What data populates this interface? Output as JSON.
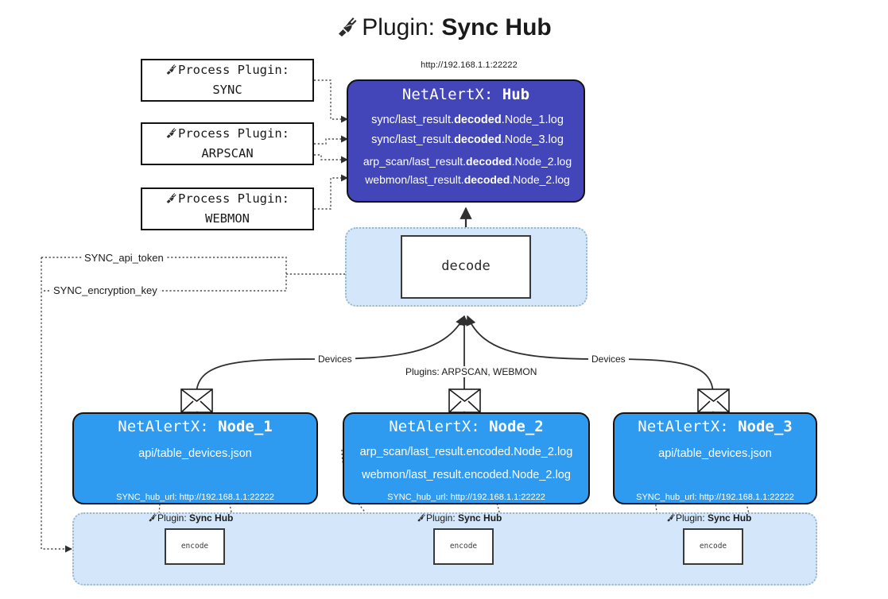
{
  "title": {
    "icon": "plug-icon",
    "prefix": "Plugin: ",
    "name": "Sync Hub"
  },
  "hub": {
    "url": "http://192.168.1.1:22222",
    "title_prefix": "NetAlertX: ",
    "title_name": "Hub",
    "lines": [
      {
        "pre": "sync/last_result.",
        "mid": "decoded",
        "post": ".Node_1.log"
      },
      {
        "pre": "sync/last_result.",
        "mid": "decoded",
        "post": ".Node_3.log"
      },
      {
        "pre": "arp_scan/last_result.",
        "mid": "decoded",
        "post": ".Node_2.log"
      },
      {
        "pre": "webmon/last_result.",
        "mid": "decoded",
        "post": ".Node_2.log"
      }
    ]
  },
  "process_plugins": [
    {
      "head": "Process Plugin:",
      "name": "SYNC",
      "icon": "plug-icon"
    },
    {
      "head": "Process Plugin:",
      "name": "ARPSCAN",
      "icon": "plug-icon"
    },
    {
      "head": "Process Plugin:",
      "name": "WEBMON",
      "icon": "plug-icon"
    }
  ],
  "decode": {
    "label": "decode"
  },
  "tokens": [
    "SYNC_api_token",
    "SYNC_encryption_key"
  ],
  "edge_labels": {
    "devices_left": "Devices",
    "devices_right": "Devices",
    "plugins": "Plugins: ARPSCAN, WEBMON"
  },
  "nodes": [
    {
      "title_prefix": "NetAlertX: ",
      "title_name": "Node_1",
      "items": [
        "api/table_devices.json"
      ],
      "footer": "SYNC_hub_url: http://192.168.1.1:22222",
      "mail_icon": "envelope-icon"
    },
    {
      "title_prefix": "NetAlertX: ",
      "title_name": "Node_2",
      "items": [
        "arp_scan/last_result.encoded.Node_2.log",
        "webmon/last_result.encoded.Node_2.log"
      ],
      "footer": "SYNC_hub_url: http://192.168.1.1:22222",
      "mail_icon": "envelope-icon"
    },
    {
      "title_prefix": "NetAlertX: ",
      "title_name": "Node_3",
      "items": [
        "api/table_devices.json"
      ],
      "footer": "SYNC_hub_url: http://192.168.1.1:22222",
      "mail_icon": "envelope-icon"
    }
  ],
  "encoders": [
    {
      "tag_prefix": "Plugin: ",
      "tag_name": "Sync Hub",
      "label": "encode",
      "icon": "plug-icon"
    },
    {
      "tag_prefix": "Plugin: ",
      "tag_name": "Sync Hub",
      "label": "encode",
      "icon": "plug-icon"
    },
    {
      "tag_prefix": "Plugin: ",
      "tag_name": "Sync Hub",
      "label": "encode",
      "icon": "plug-icon"
    }
  ],
  "colors": {
    "hub_fill": "#4246b8",
    "node_fill": "#2f9bf0",
    "panel_fill": "#d4e7fa",
    "panel_border": "#9cb6cd",
    "stroke": "#131313"
  }
}
